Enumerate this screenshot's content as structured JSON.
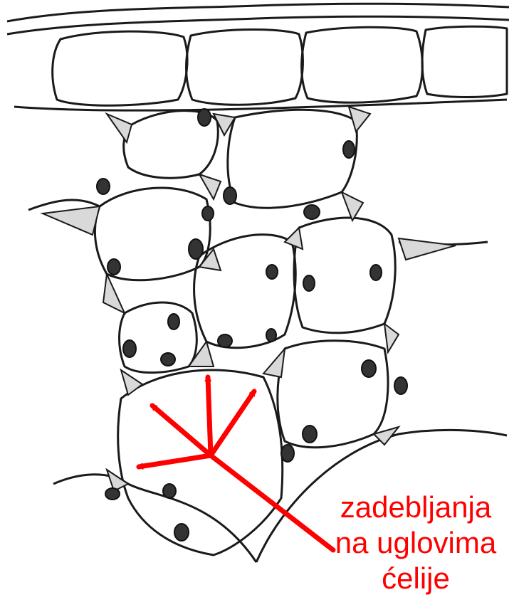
{
  "annotation": {
    "lines": [
      "zadebljanja",
      "na uglovima",
      "ćelije"
    ],
    "color": "#ff0000"
  },
  "drawing": {
    "ink_color": "#1a1a1a",
    "arrow_count": 4
  }
}
